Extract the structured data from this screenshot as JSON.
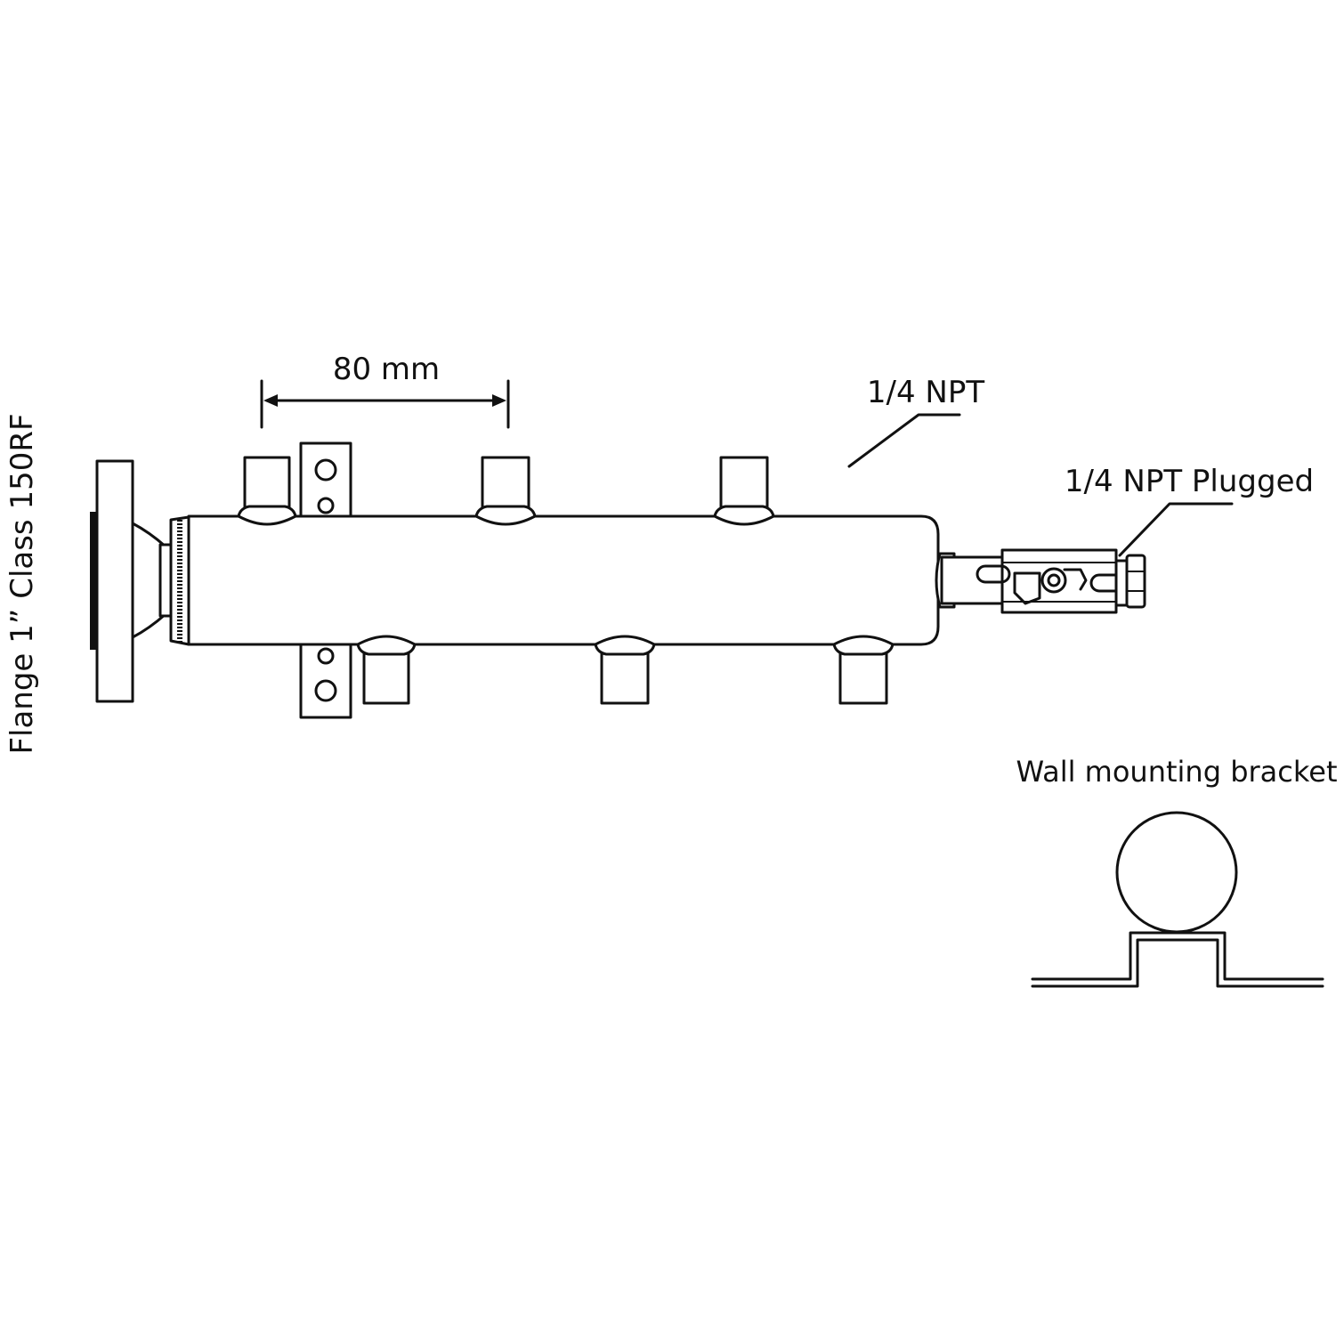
{
  "labels": {
    "flange": "Flange 1” Class 150RF",
    "spacing": "80 mm",
    "port": "1/4 NPT",
    "plugged": "1/4 NPT Plugged",
    "bracket": "Wall mounting bracket"
  },
  "colors": {
    "line": "#111111",
    "background": "#ffffff"
  }
}
